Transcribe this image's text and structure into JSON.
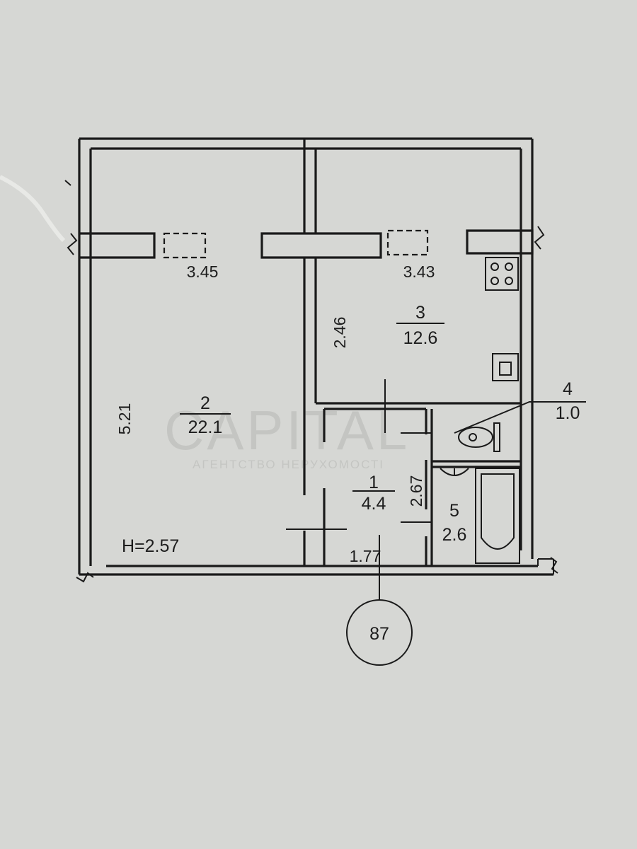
{
  "plan": {
    "ceiling_height": "H=2.57",
    "apartment_number": "87",
    "watermark": {
      "brand": "CAPITAL",
      "subtitle": "АГЕНТСТВО НЕРУХОМОСТІ"
    },
    "rooms": [
      {
        "id": "1",
        "area": "4.4"
      },
      {
        "id": "2",
        "area": "22.1"
      },
      {
        "id": "3",
        "area": "12.6"
      },
      {
        "id": "4",
        "area": "1.0"
      },
      {
        "id": "5",
        "area": "2.6"
      }
    ],
    "dimensions": {
      "room2_width": "3.45",
      "room2_length": "5.21",
      "room3_width": "3.43",
      "room3_length": "2.46",
      "hall_length": "2.67",
      "hall_width": "1.77"
    }
  }
}
